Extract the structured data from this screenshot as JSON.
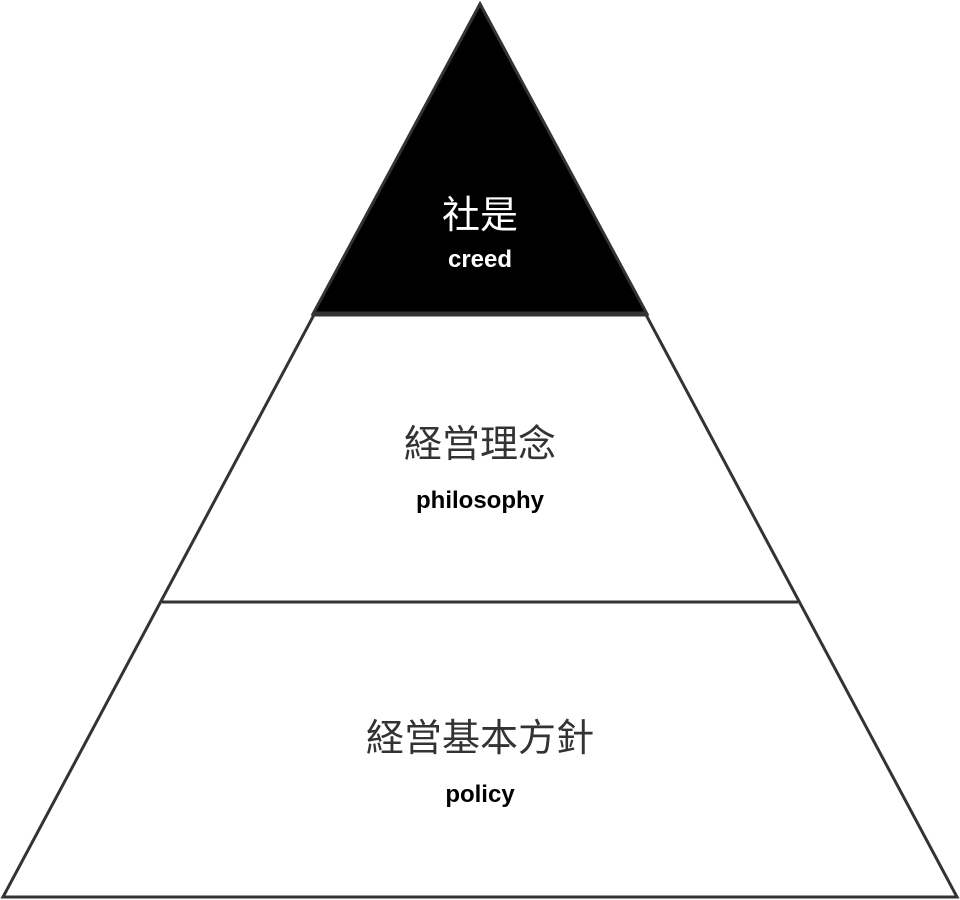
{
  "colors": {
    "stroke": "#333333",
    "top_fill": "#000000",
    "fill": "#ffffff",
    "text_dark": "#333333",
    "text_light": "#ffffff"
  },
  "levels": [
    {
      "jp": "社是",
      "en": "creed"
    },
    {
      "jp": "経営理念",
      "en": "philosophy"
    },
    {
      "jp": "経営基本方針",
      "en": "policy"
    }
  ]
}
